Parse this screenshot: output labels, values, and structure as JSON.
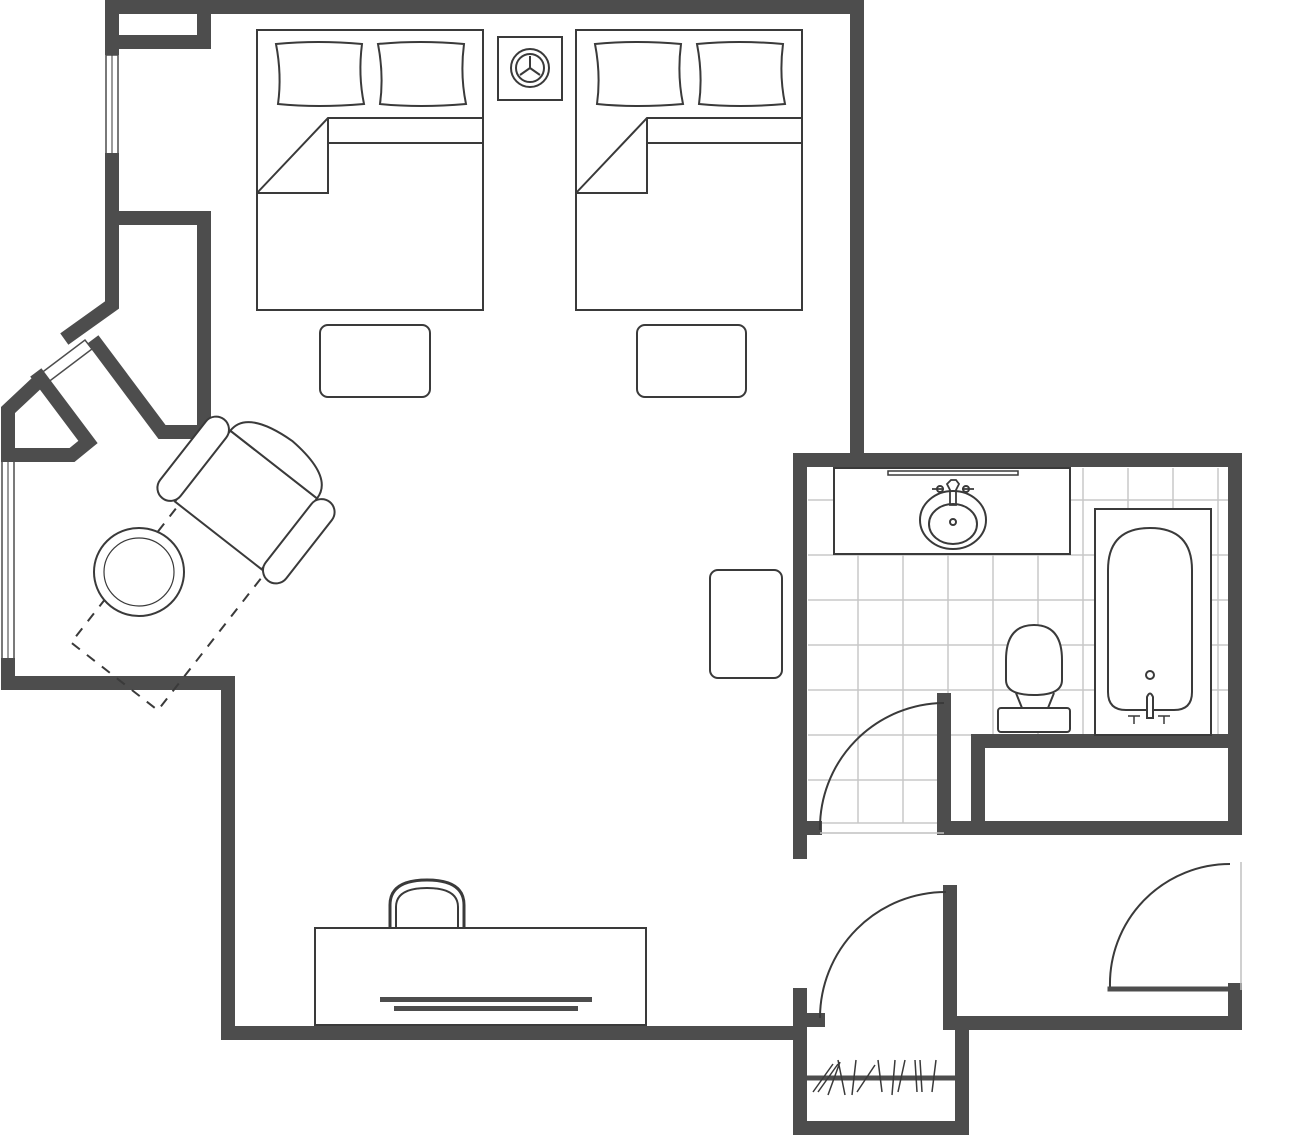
{
  "plan": {
    "colors": {
      "wall": "#4d4d4d",
      "fixture_line": "#3a3a3a",
      "floor_tile": "#c8c8c8",
      "background": "#ffffff"
    },
    "rooms": [
      "bedroom",
      "bathroom",
      "entry-hall",
      "closet"
    ],
    "furniture": [
      "bed",
      "bed",
      "nightstand",
      "rug",
      "rug",
      "rug",
      "armchair",
      "ottoman",
      "side-table",
      "desk",
      "desk-chair",
      "vanity-sink",
      "toilet",
      "bathtub",
      "closet-rod"
    ]
  }
}
